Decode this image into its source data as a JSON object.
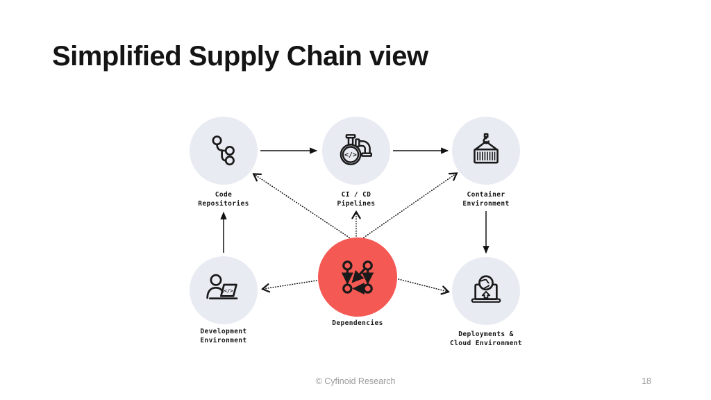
{
  "slide": {
    "title": "Simplified Supply Chain view",
    "footer": {
      "copyright": "© Cyfinoid Research",
      "page_number": "18"
    }
  },
  "icons": {
    "code_glyph": "</>"
  },
  "colors": {
    "node_fill": "#e9ebf3",
    "dependencies_fill": "#f45953",
    "line": "#111111",
    "title_text": "#141414",
    "label_text": "#161616",
    "footer_text": "#9b9b9b"
  },
  "diagram": {
    "nodes": [
      {
        "id": "code-repositories",
        "icon": "git-branch-icon",
        "line1": "Code",
        "line2": "Repositories"
      },
      {
        "id": "cicd-pipelines",
        "icon": "pipeline-icon",
        "line1": "CI / CD",
        "line2": "Pipelines"
      },
      {
        "id": "container-environment",
        "icon": "container-crane-icon",
        "line1": "Container",
        "line2": "Environment"
      },
      {
        "id": "development-environment",
        "icon": "developer-laptop-icon",
        "line1": "Development",
        "line2": "Environment"
      },
      {
        "id": "dependencies",
        "icon": "dependency-graph-icon",
        "line1": "Dependencies",
        "line2": ""
      },
      {
        "id": "deployments-cloud-environment",
        "icon": "deploy-laptop-globe-icon",
        "line1": "Deployments &",
        "line2": "Cloud Environment"
      }
    ],
    "edges": [
      {
        "from": "code-repositories",
        "to": "cicd-pipelines",
        "style": "solid"
      },
      {
        "from": "cicd-pipelines",
        "to": "container-environment",
        "style": "solid"
      },
      {
        "from": "development-environment",
        "to": "code-repositories",
        "style": "solid"
      },
      {
        "from": "container-environment",
        "to": "deployments-cloud-environment",
        "style": "solid"
      },
      {
        "from": "dependencies",
        "to": "code-repositories",
        "style": "dotted"
      },
      {
        "from": "dependencies",
        "to": "cicd-pipelines",
        "style": "dotted"
      },
      {
        "from": "dependencies",
        "to": "container-environment",
        "style": "dotted"
      },
      {
        "from": "dependencies",
        "to": "development-environment",
        "style": "dotted"
      },
      {
        "from": "dependencies",
        "to": "deployments-cloud-environment",
        "style": "dotted"
      }
    ]
  }
}
